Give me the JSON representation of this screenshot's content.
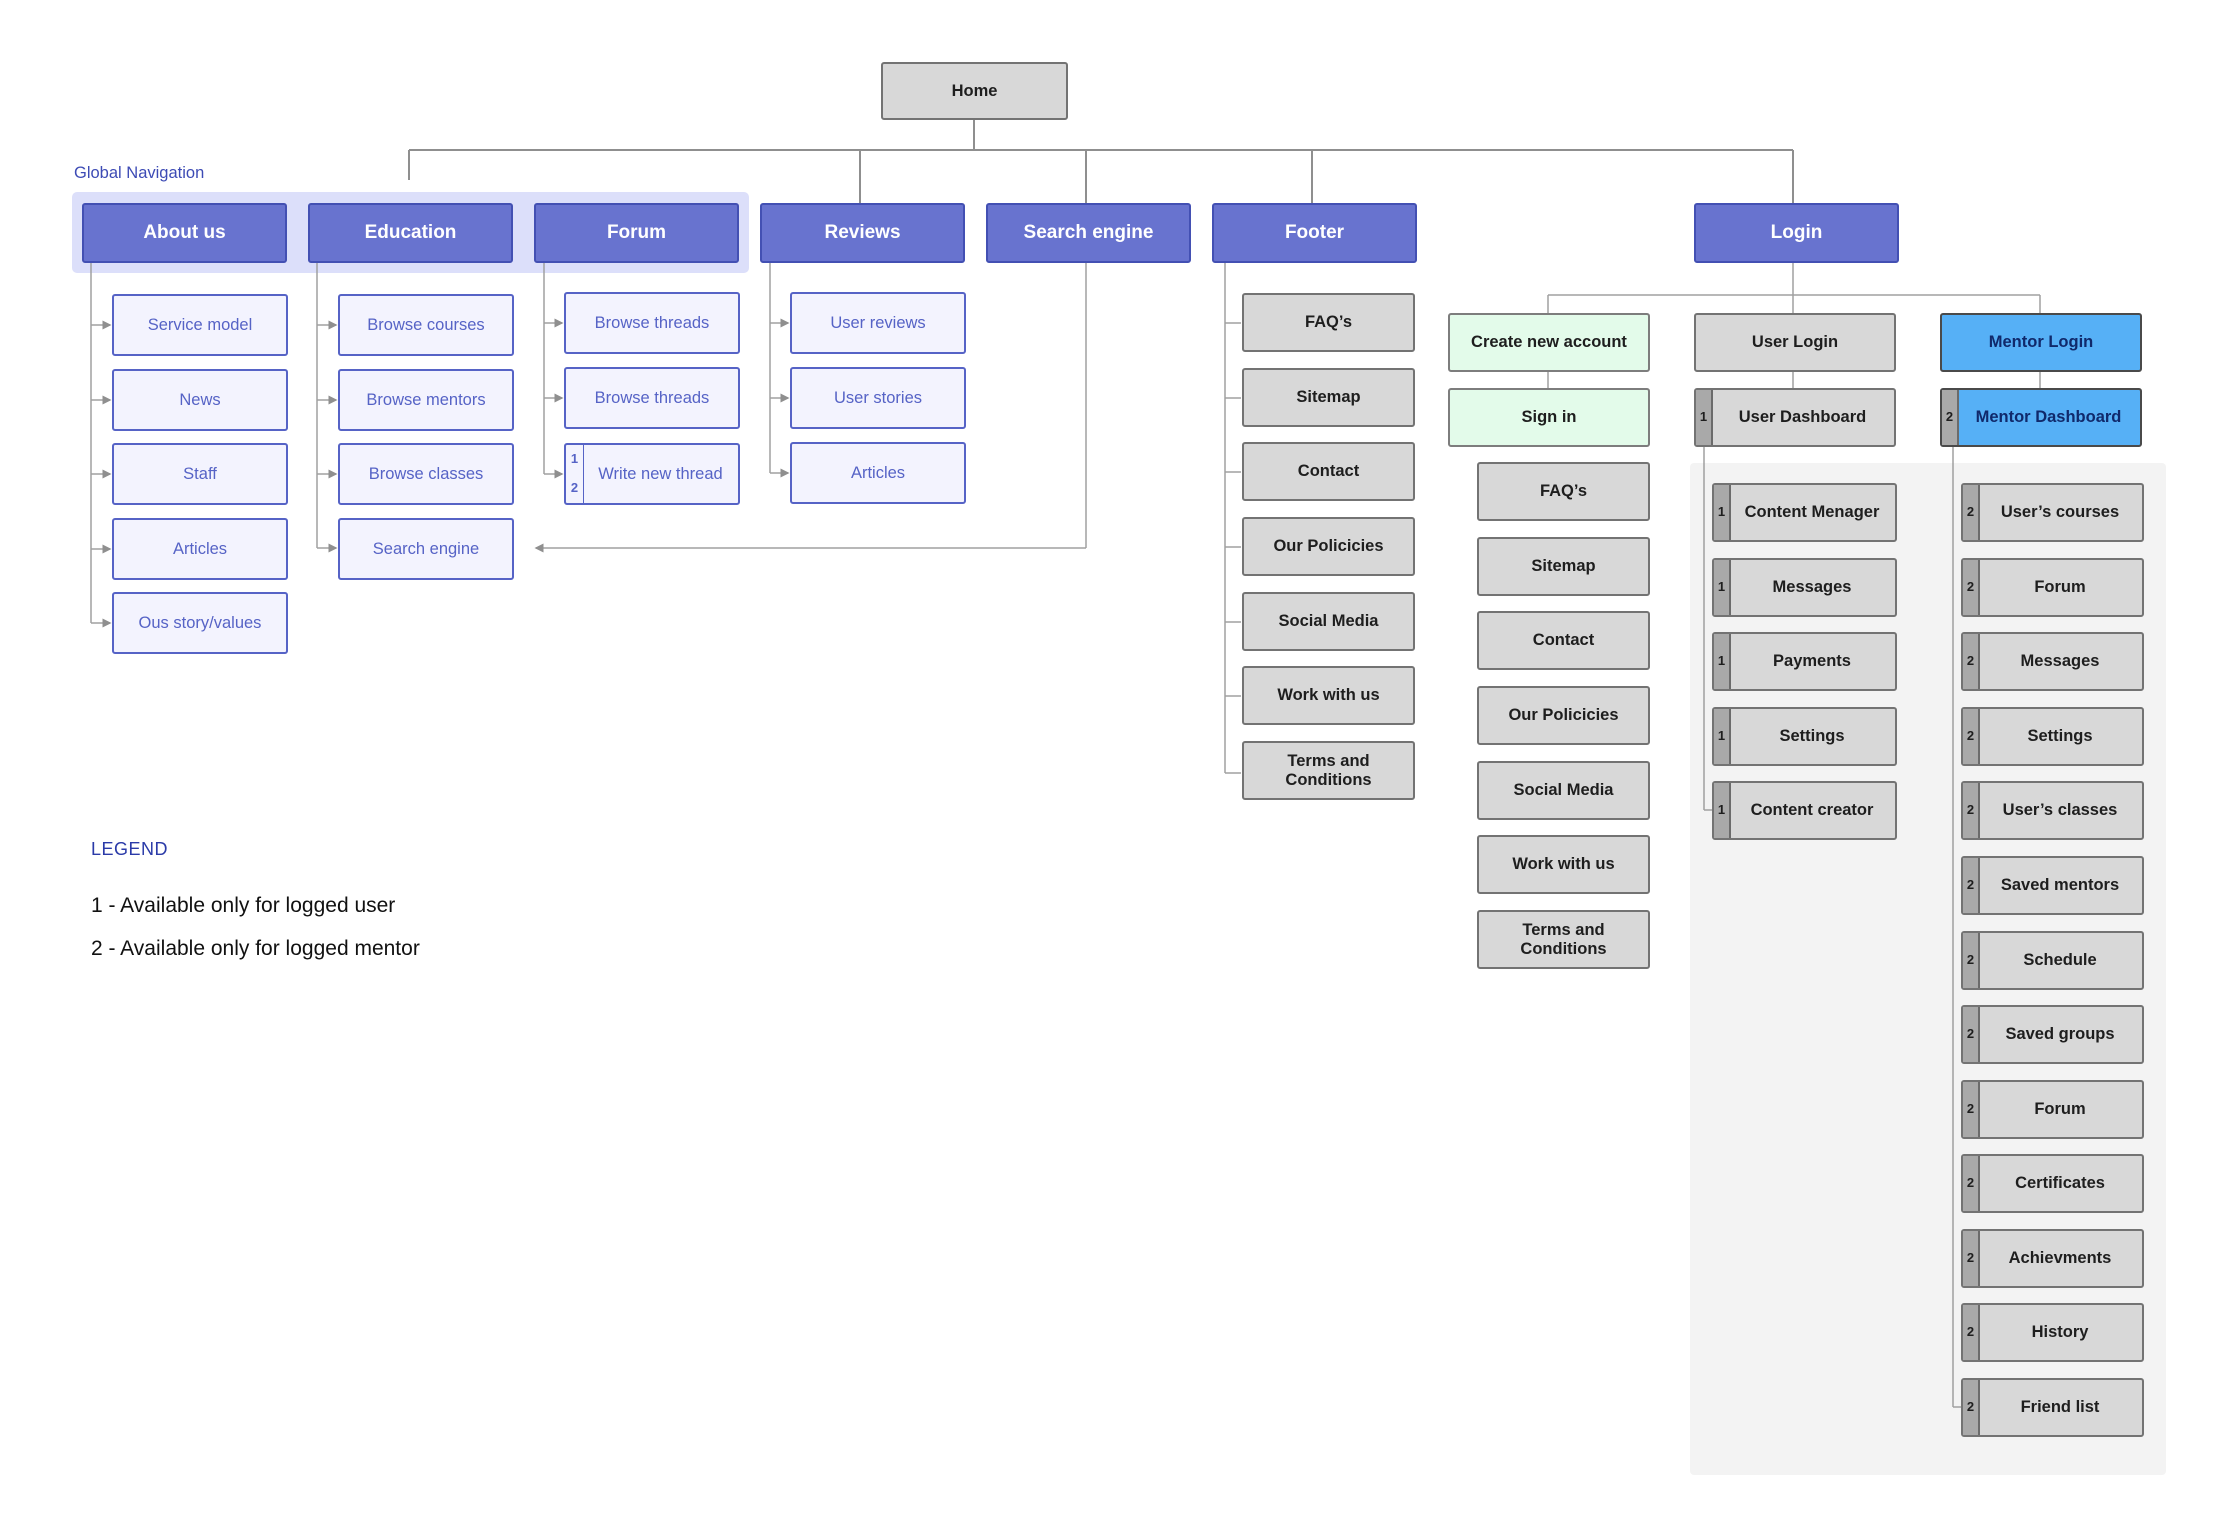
{
  "home": "Home",
  "global_nav_label": "Global Navigation",
  "nav": {
    "about": "About us",
    "education": "Education",
    "forum": "Forum",
    "reviews": "Reviews",
    "search": "Search engine",
    "footer": "Footer",
    "login": "Login"
  },
  "about_items": [
    "Service model",
    "News",
    "Staff",
    "Articles",
    "Ous story/values"
  ],
  "education_items": [
    "Browse courses",
    "Browse mentors",
    "Browse classes",
    "Search engine"
  ],
  "forum_items": [
    "Browse threads",
    "Browse threads",
    "Write new thread"
  ],
  "forum_write_marks": [
    "1",
    "2"
  ],
  "reviews_items": [
    "User reviews",
    "User stories",
    "Articles"
  ],
  "footer_items": [
    "FAQ’s",
    "Sitemap",
    "Contact",
    "Our Policicies",
    "Social Media",
    "Work with us",
    "Terms and Conditions"
  ],
  "login": {
    "create": "Create new account",
    "sign_in": "Sign in",
    "user_login": "User Login",
    "mentor_login": "Mentor Login",
    "user_dashboard": "User Dashboard",
    "user_dashboard_mark": "1",
    "mentor_dashboard": "Mentor Dashboard",
    "mentor_dashboard_mark": "2"
  },
  "signin_items": [
    "FAQ’s",
    "Sitemap",
    "Contact",
    "Our Policicies",
    "Social Media",
    "Work with us",
    "Terms and Conditions"
  ],
  "user_items": [
    {
      "mark": "1",
      "label": "Content Menager"
    },
    {
      "mark": "1",
      "label": "Messages"
    },
    {
      "mark": "1",
      "label": "Payments"
    },
    {
      "mark": "1",
      "label": "Settings"
    },
    {
      "mark": "1",
      "label": "Content creator"
    }
  ],
  "mentor_items": [
    {
      "mark": "2",
      "label": "User’s courses"
    },
    {
      "mark": "2",
      "label": "Forum"
    },
    {
      "mark": "2",
      "label": "Messages"
    },
    {
      "mark": "2",
      "label": "Settings"
    },
    {
      "mark": "2",
      "label": "User’s classes"
    },
    {
      "mark": "2",
      "label": "Saved mentors"
    },
    {
      "mark": "2",
      "label": "Schedule"
    },
    {
      "mark": "2",
      "label": "Saved groups"
    },
    {
      "mark": "2",
      "label": "Forum"
    },
    {
      "mark": "2",
      "label": "Certificates"
    },
    {
      "mark": "2",
      "label": "Achievments"
    },
    {
      "mark": "2",
      "label": "History"
    },
    {
      "mark": "2",
      "label": "Friend list"
    }
  ],
  "legend": {
    "title": "LEGEND",
    "line1": "1 - Available only for logged user",
    "line2": "2 - Available only for logged mentor"
  },
  "colors": {
    "nav_fill": "#6873cf",
    "sub_border": "#5663c6",
    "grey_fill": "#d8d8d8",
    "green_fill": "#e3fbea",
    "mentor_fill": "#56b0f6",
    "legend_text": "#2a3aa8"
  }
}
